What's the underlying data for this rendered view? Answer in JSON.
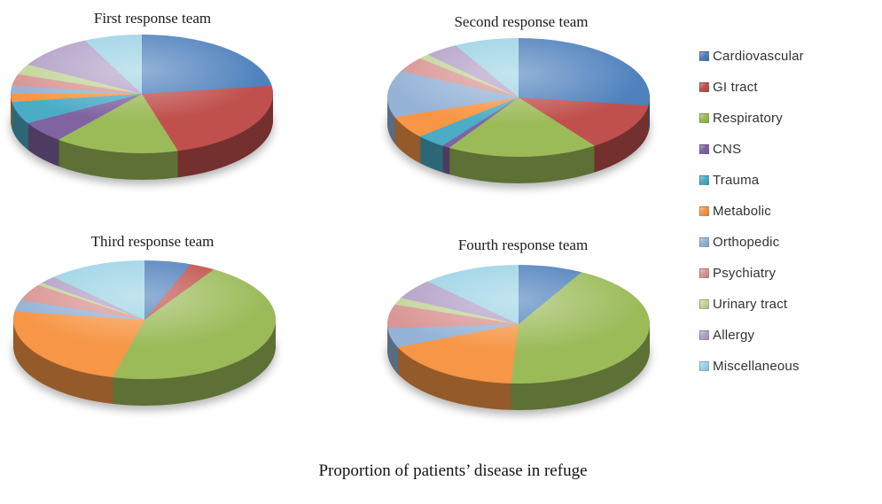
{
  "page": {
    "background": "#ffffff",
    "caption": "Proportion of patients’ disease in refuge"
  },
  "chart_data": {
    "type": "pie",
    "style": "3d",
    "panels": 4,
    "title": "Proportion of patients’ disease in refuge",
    "legend_position": "right",
    "start_angle_deg": 0,
    "direction": "clockwise",
    "units": "percent (estimated from slice angles)",
    "categories": [
      "Cardiovascular",
      "GI tract",
      "Respiratory",
      "CNS",
      "Trauma",
      "Metabolic",
      "Orthopedic",
      "Psychiatry",
      "Urinary tract",
      "Allergy",
      "Miscellaneous"
    ],
    "colors": [
      "#4F81BD",
      "#C0504D",
      "#9BBB59",
      "#8064A2",
      "#4BACC6",
      "#F79646",
      "#95B3D7",
      "#D99694",
      "#C3D69B",
      "#B3A2C7",
      "#9CD3E5"
    ],
    "charts": [
      {
        "title": "First response team",
        "values": [
          24,
          17,
          26,
          4,
          3,
          1,
          1,
          1.5,
          1.5,
          8,
          13
        ]
      },
      {
        "title": "Second response team",
        "values": [
          26,
          8,
          31,
          1,
          3,
          3.5,
          6,
          2.5,
          1,
          4,
          14
        ]
      },
      {
        "title": "Third response team",
        "values": [
          11,
          4,
          43,
          0,
          0,
          18,
          1.5,
          2.5,
          0.5,
          1.5,
          18
        ]
      },
      {
        "title": "Fourth response team",
        "values": [
          14,
          0,
          38,
          0,
          0,
          20,
          2.5,
          3,
          1,
          3.5,
          18
        ]
      }
    ]
  }
}
